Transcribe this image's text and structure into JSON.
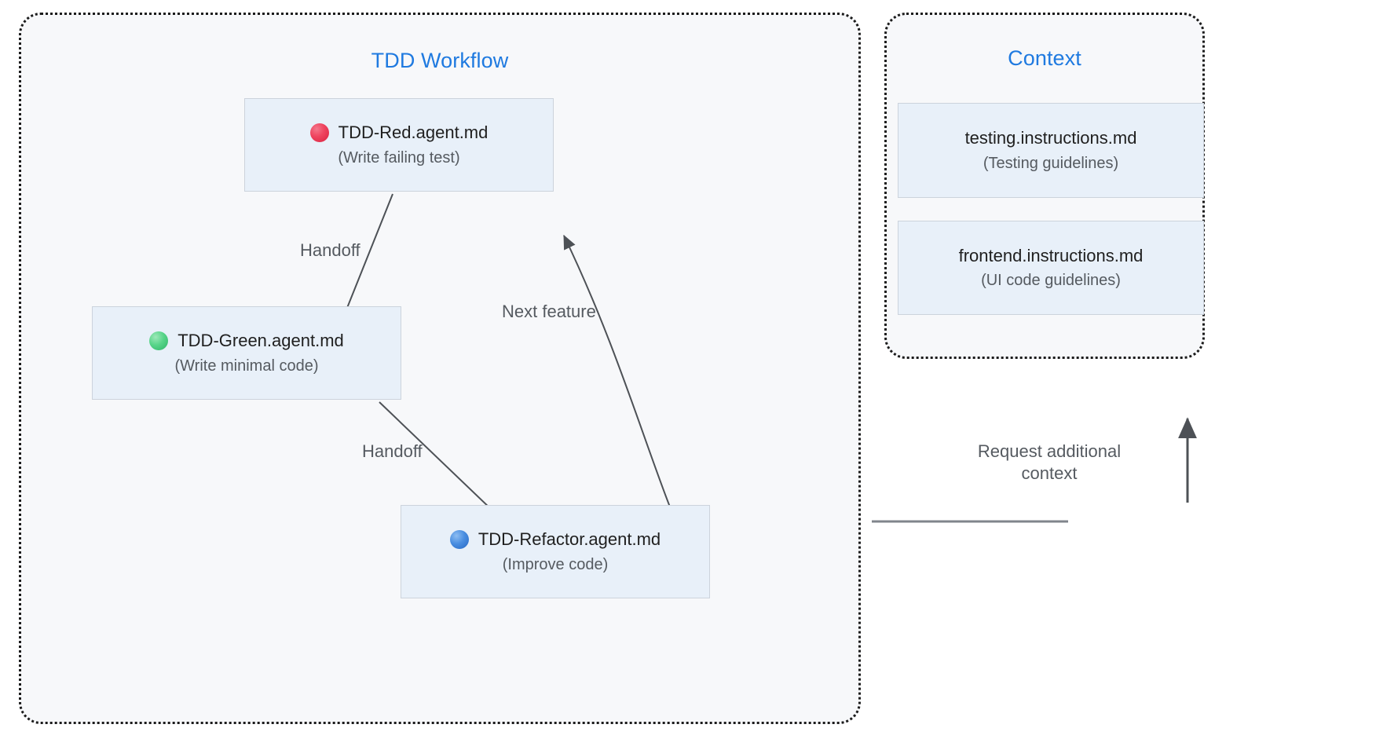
{
  "diagram": {
    "type": "flowchart",
    "background": "#ffffff",
    "accent_color": "#1f7ae0",
    "node_fill": "#e8f0f9",
    "node_border": "#ccd3dc",
    "edge_color": "#555a60",
    "subgraph_fill": "#f7f8fa",
    "subgraph_border": "#1b1b1b"
  },
  "groups": {
    "workflow": {
      "title": "TDD Workflow"
    },
    "context": {
      "title": "Context"
    }
  },
  "nodes": {
    "red": {
      "icon": "red-circle-icon",
      "color": "#ef4560",
      "title": "TDD-Red.agent.md",
      "subtitle": "(Write failing test)"
    },
    "green": {
      "icon": "green-circle-icon",
      "color": "#57d489",
      "title": "TDD-Green.agent.md",
      "subtitle": "(Write minimal code)"
    },
    "refactor": {
      "icon": "blue-circle-icon",
      "color": "#4a8ee0",
      "title": "TDD-Refactor.agent.md",
      "subtitle": "(Improve code)"
    },
    "testing": {
      "title": "testing.instructions.md",
      "subtitle": "(Testing guidelines)"
    },
    "frontend": {
      "title": "frontend.instructions.md",
      "subtitle": "(UI code guidelines)"
    }
  },
  "edges": [
    {
      "id": "red-to-green",
      "from": "red",
      "to": "green",
      "label": "Handoff"
    },
    {
      "id": "green-to-refactor",
      "from": "green",
      "to": "refactor",
      "label": "Handoff"
    },
    {
      "id": "refactor-to-red",
      "from": "refactor",
      "to": "red",
      "label": "Next feature"
    },
    {
      "id": "workflow-to-context",
      "from": "workflow",
      "to": "context",
      "label": "Request additional context"
    }
  ],
  "labels": {
    "handoff_1": "Handoff",
    "handoff_2": "Handoff",
    "next_feature": "Next feature",
    "request_context": "Request additional context"
  }
}
